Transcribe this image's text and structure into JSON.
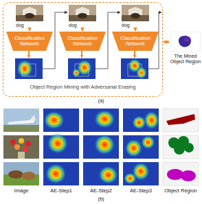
{
  "diagram": {
    "nodes": [
      {
        "text": [
          "Object Region Mining with Adversarial Erasing"
        ]
      },
      {
        "text": [
          "dog"
        ],
        "in": 0
      },
      {
        "text": [
          "Classification Network"
        ],
        "in": 0
      },
      {
        "text": [
          "dog"
        ],
        "in": 0
      },
      {
        "text": [
          "Classification Network"
        ],
        "in": 0
      },
      {
        "text": [
          "dog"
        ],
        "in": 0
      },
      {
        "text": [
          "Classification Network"
        ],
        "in": 0
      },
      {
        "text": [
          "The Mined Object Region"
        ]
      }
    ],
    "edges": [
      {
        "from": 1,
        "to": 2,
        "arrow": "to"
      },
      {
        "from": 3,
        "to": 4,
        "arrow": "to"
      },
      {
        "from": 5,
        "to": 6,
        "arrow": "to"
      },
      {
        "from": 0,
        "to": 7,
        "arrow": "to"
      }
    ],
    "labels": [
      "(a)",
      "Image",
      "AE-Step1",
      "AE-Step2",
      "AE-Step3",
      "Object Region",
      "(b)"
    ]
  }
}
